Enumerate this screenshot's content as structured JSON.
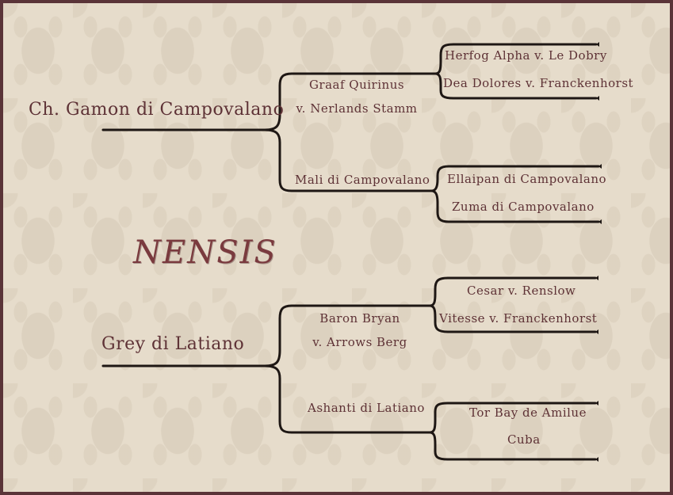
{
  "subject": "NENSIS",
  "sire": {
    "name": "Ch. Gamon di Campovalano",
    "sire": {
      "name_line1": "Graaf Quirinus",
      "name_line2": "v. Nerlands Stamm",
      "sire": "Herfog Alpha v. Le Dobry",
      "dam": "Dea Dolores v. Franckenhorst"
    },
    "dam": {
      "name": "Mali di Campovalano",
      "sire": "Ellaipan di Campovalano",
      "dam": "Zuma di Campovalano"
    }
  },
  "dam": {
    "name": "Grey di Latiano",
    "sire": {
      "name_line1": "Baron Bryan",
      "name_line2": "v. Arrows Berg",
      "sire": "Cesar v. Renslow",
      "dam": "Vitesse v. Franckenhorst"
    },
    "dam": {
      "name": "Ashanti di Latiano",
      "sire": "Tor Bay de Amilue",
      "dam": "Cuba"
    }
  },
  "colors": {
    "text": "#5e3236",
    "line": "#1e1714",
    "border": "#5a3438",
    "background": "#e6dccb"
  }
}
